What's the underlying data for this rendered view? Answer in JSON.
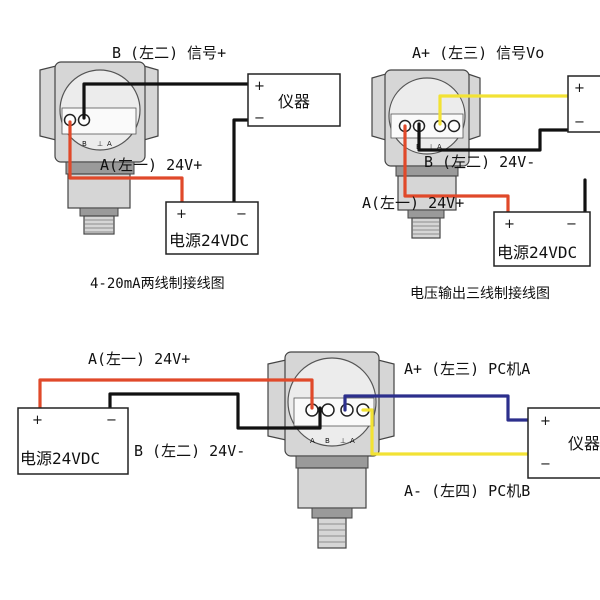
{
  "colors": {
    "red": "#e0492a",
    "black": "#111111",
    "yellow": "#f2e234",
    "blue": "#2c2f8c",
    "sensor_body": "#d6d6d6"
  },
  "diagram1": {
    "caption": "4-20mA两线制接线图",
    "label_b": "B (左二) 信号+",
    "label_a": "A(左一) 24V+",
    "instrument": "仪器",
    "power": "电源24VDC",
    "plus": "+",
    "minus": "−",
    "term_b": "B",
    "term_a": "A"
  },
  "diagram2": {
    "caption": "电压输出三线制接线图",
    "label_aplus": "A+ (左三) 信号Vo",
    "label_b": "B (左二) 24V-",
    "label_a": "A(左一) 24V+",
    "power": "电源24VDC",
    "plus": "+",
    "minus": "−",
    "term_b": "B",
    "term_a": "A"
  },
  "diagram3": {
    "label_a": "A(左一) 24V+",
    "label_b": "B (左二) 24V-",
    "label_aplus": "A+ (左三) PC机A",
    "label_aminus": "A- (左四) PC机B",
    "power": "电源24VDC",
    "instrument": "仪器",
    "plus": "+",
    "minus": "−",
    "term_a": "A",
    "term_b": "B",
    "term_aplus": "A"
  }
}
